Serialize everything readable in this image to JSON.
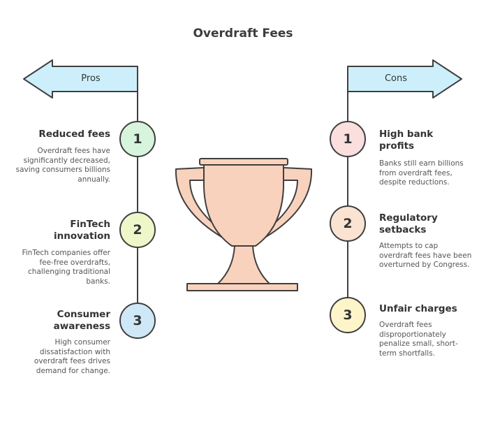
{
  "title": "Overdraft Fees",
  "pros": {
    "label": "Pros",
    "items": [
      {
        "number": "1",
        "heading": "Reduced fees",
        "description": "Overdraft fees have significantly decreased, saving consumers billions annually.",
        "color": "#d6f5dc"
      },
      {
        "number": "2",
        "heading": "FinTech innovation",
        "description": "FinTech companies offer fee-free overdrafts, challenging traditional banks.",
        "color": "#eef7c9"
      },
      {
        "number": "3",
        "heading": "Consumer awareness",
        "description": "High consumer dissatisfaction with overdraft fees drives demand for change.",
        "color": "#cfe8f7"
      }
    ]
  },
  "cons": {
    "label": "Cons",
    "items": [
      {
        "number": "1",
        "heading": "High bank profits",
        "description": "Banks still earn billions from overdraft fees, despite reductions.",
        "color": "#fbdede"
      },
      {
        "number": "2",
        "heading": "Regulatory setbacks",
        "description": "Attempts to cap overdraft fees have been overturned by Congress.",
        "color": "#fbe3d2"
      },
      {
        "number": "3",
        "heading": "Unfair charges",
        "description": "Overdraft fees disproportionately penalize small, short-term shortfalls.",
        "color": "#fdf5c9"
      }
    ]
  },
  "colors": {
    "arrow_fill": "#cdeffb",
    "trophy_fill": "#f9d2bd",
    "stroke": "#3f3f3f"
  }
}
